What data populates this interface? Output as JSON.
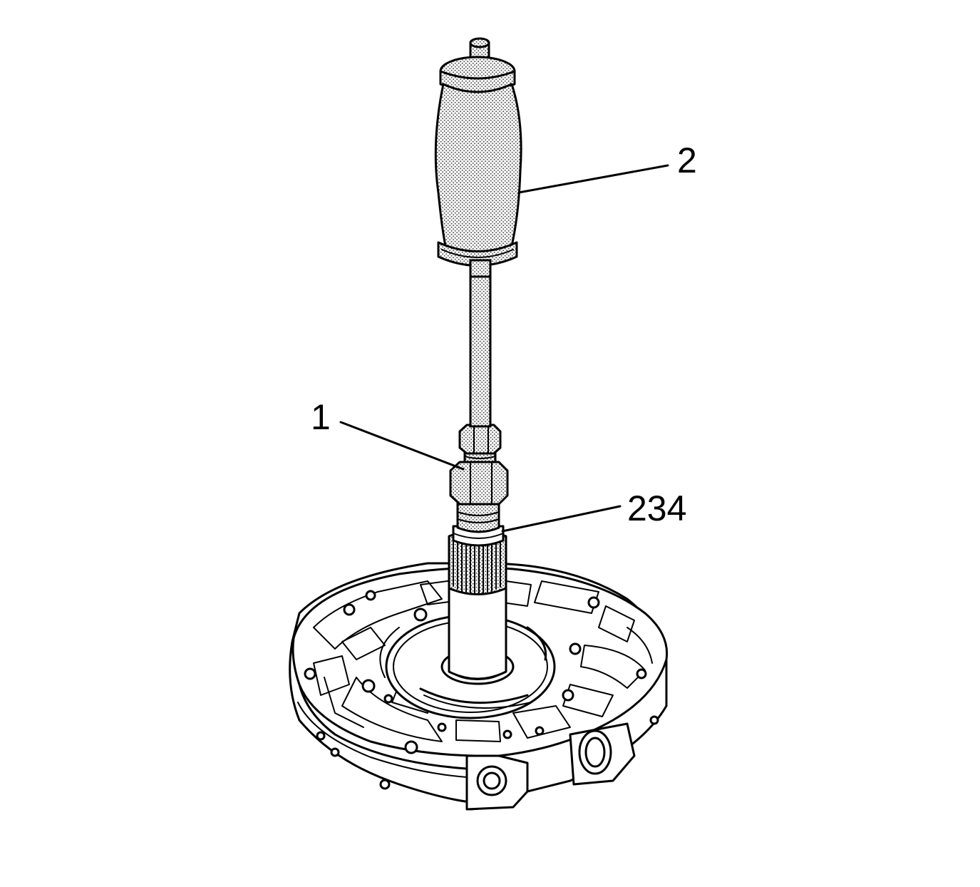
{
  "callouts": [
    {
      "id": "handle",
      "label": "2"
    },
    {
      "id": "adapter",
      "label": "1"
    },
    {
      "id": "seal",
      "label": "234"
    }
  ],
  "colors": {
    "line": "#000000",
    "background": "#ffffff",
    "stipple": "#555555"
  }
}
